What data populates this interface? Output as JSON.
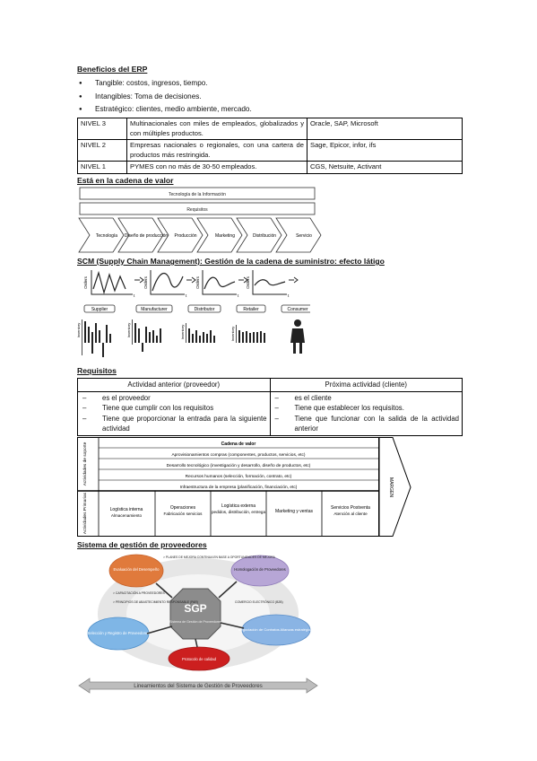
{
  "erp": {
    "heading": "Beneficios del ERP",
    "bullets": [
      "Tangible: costos, ingresos, tiempo.",
      "Intangibles: Toma de decisiones.",
      "Estratégico: clientes, medio ambiente, mercado."
    ],
    "levels": [
      {
        "level": "NIVEL 3",
        "desc": "Multinacionales con miles de empleados, globalizados y con múltiples productos.",
        "examples": "Oracle, SAP, Microsoft"
      },
      {
        "level": "NIVEL 2",
        "desc": "Empresas nacionales o regionales, con una cartera de productos más restringida.",
        "examples": "Sage, Epicor, infor, ifs"
      },
      {
        "level": "NIVEL 1",
        "desc": "PYMES con no más de 30-50 empleados.",
        "examples": "CGS, Netsuite, Activant"
      }
    ]
  },
  "value_chain": {
    "heading": "Está en la cadena de valor",
    "bar1": "Tecnología de la Información",
    "bar2": "Requisitos",
    "stages": [
      "Tecnología",
      "Diseño de producción",
      "Producción",
      "Marketing",
      "Distribución",
      "Servicio"
    ]
  },
  "scm": {
    "heading": "SCM (Supply Chain Management): Gestión de la cadena de suministro: efecto látigo",
    "orders_label": "Orders",
    "inventory_label": "Inventory",
    "time_label": "t",
    "roles": [
      "Supplier",
      "Manufacturer",
      "Distributor",
      "Retailer",
      "Consumer"
    ]
  },
  "requisitos": {
    "heading": "Requisitos",
    "col1_title": "Actividad anterior (proveedor)",
    "col2_title": "Próxima actividad (cliente)",
    "col1_items": [
      "es el proveedor",
      "Tiene que cumplir con los requisitos",
      "Tiene que proporcionar la entrada para la siguiente actividad"
    ],
    "col2_items": [
      "es el cliente",
      "Tiene que establecer los requisitos.",
      "Tiene que funcionar con la salida de la actividad anterior"
    ]
  },
  "porter": {
    "side_support": "Actividades de soporte",
    "side_primary": "Actividades Primarias",
    "title": "Cadena de valor",
    "support_rows": [
      "Aprovisionamientos compras (componentes, productos, servicios, etc)",
      "Desarrollo tecnológico (investigación y desarrollo, diseño de productos, etc)",
      "Recursos humanos (selección, formación, contrato, etc)",
      "Infraestructura de la empresa (planificación, financiación, etc)"
    ],
    "primary": [
      {
        "title": "Logística interna",
        "sub": "Almacenamiento"
      },
      {
        "title": "Operaciones",
        "sub": "Fabricación servicios"
      },
      {
        "title": "Logística externa",
        "sub": "pedidos, distribución, entrega"
      },
      {
        "title": "Marketing y ventas",
        "sub": ""
      },
      {
        "title": "Servicios Postventa",
        "sub": "Atención al cliente"
      }
    ],
    "margin": "MARGEN"
  },
  "sgp": {
    "heading": "Sistema de gestión de proveedores",
    "center": "SGP",
    "center_sub": "Sistema de Gestión de Proveedores",
    "eval": "Evaluación del Desempeño",
    "homologacion": "Homologación de Proveedores",
    "seleccion": "Selección y Registro de Proveedores",
    "negociacion": "Negociación de Contratos Alianzas estratégicas",
    "protocolo": "Protocolo de calidad",
    "planes": "> PLANES DE MEJORA CONTINUA EN BASE A OPORTUNIDADES DE MEJORA",
    "capacitacion": "> CAPACITACIÓN A PROVEEDORES",
    "principios": "> PRINCIPIOS DE ABASTECIMIENTO RESPONSABLE (PAR)",
    "comercio": "COMERCIO ELECTRÓNICO (B2B)",
    "banner": "Lineamientos del Sistema de Gestión de Proveedores"
  }
}
